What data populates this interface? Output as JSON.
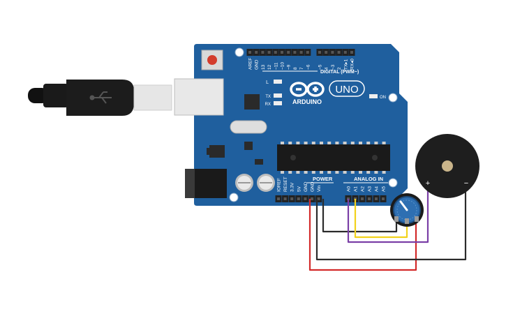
{
  "board": {
    "name": "ARDUINO",
    "model": "UNO",
    "digital_header": "DIGITAL (PWM~)",
    "power_header": "POWER",
    "analog_header": "ANALOG IN",
    "led_l": "L",
    "led_tx": "TX",
    "led_rx": "RX",
    "led_on": "ON",
    "digital_pins": [
      "AREF",
      "GND",
      "13",
      "12",
      "~11",
      "~10",
      "~9",
      "8",
      "7",
      "~6",
      "~5",
      "4",
      "~3",
      "2",
      "TX▸1",
      "RX◂0"
    ],
    "power_pins": [
      "IOREF",
      "RESET",
      "3.3V",
      "5V",
      "GND",
      "GND",
      "Vin"
    ],
    "analog_pins": [
      "A0",
      "A1",
      "A2",
      "A3",
      "A4",
      "A5"
    ]
  },
  "buzzer": {
    "plus": "+",
    "minus": "−"
  },
  "colors": {
    "board": "#1f5f9e",
    "wire_red": "#d32a2a",
    "wire_black": "#2b2b2b",
    "wire_yellow": "#f2d21b",
    "wire_purple": "#7a3fa6"
  }
}
